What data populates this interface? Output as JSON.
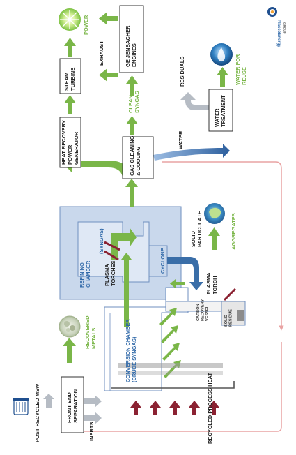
{
  "logo": {
    "line1": "PlascoEnergy",
    "line2": "GROUP"
  },
  "labels": {
    "post_recycled_msw": "POST RECYCLED MSW",
    "front_end_separation": [
      "FRONT END",
      "SEPARATION"
    ],
    "inerts": "INERTS",
    "recovered_metals": [
      "RECOVERED",
      "METALS"
    ],
    "recycled_process_heat": "RECYCLED PROCESS HEAT",
    "conversion_chamber": [
      "CONVERSION CHAMBER",
      "(CRUDE SYNGAS)"
    ],
    "carbon_recovery_vessel": [
      "CARBON",
      "RECOVERY",
      "VESSEL"
    ],
    "solid_residue": [
      "SOLID",
      "RESIDUE"
    ],
    "plasma_torch": [
      "PLASMA",
      "TORCH"
    ],
    "aggregates": "AGGREGATES",
    "solid_particulate": [
      "SOLID",
      "PARTICULATE"
    ],
    "cyclone": "CYCLONE",
    "refining_chamber": [
      "REFINING",
      "CHAMBER"
    ],
    "plasma_torches": [
      "PLASMA",
      "TORCHES"
    ],
    "syngas": "(SYNGAS)",
    "gas_cleaning": [
      "GAS CLEANING",
      "& COOLING"
    ],
    "water": "WATER",
    "water_treatment": [
      "WATER",
      "TREATMENT"
    ],
    "residuals": "RESIDUALS",
    "water_for_reuse": [
      "WATER FOR",
      "REUSE"
    ],
    "clean_syngas": [
      "CLEAN",
      "SYNGAS"
    ],
    "heat_recovery": [
      "HEAT RECOVERY",
      "POWER",
      "GENERATOR"
    ],
    "steam_turbine": [
      "STEAM",
      "TURBINE"
    ],
    "ge_jenbacher": [
      "GE JENBACHER",
      "ENGINES"
    ],
    "exhaust": "EXHAUST",
    "power": "POWER"
  },
  "colors": {
    "green": "#7ab648",
    "blue": "#3a6ea8",
    "pink": "#e9a3a3",
    "maroon": "#8b2232",
    "chamber": "#c9d8ec",
    "chamber_stroke": "#6f8fbf",
    "grey_arrow": "#b6bcc4",
    "vessel_grey": "#8c8c8c"
  },
  "icons": [
    "bin-icon",
    "metals-icon",
    "aggregates-icon",
    "water-drop-icon",
    "power-burst-icon",
    "plasco-logo-icon"
  ]
}
